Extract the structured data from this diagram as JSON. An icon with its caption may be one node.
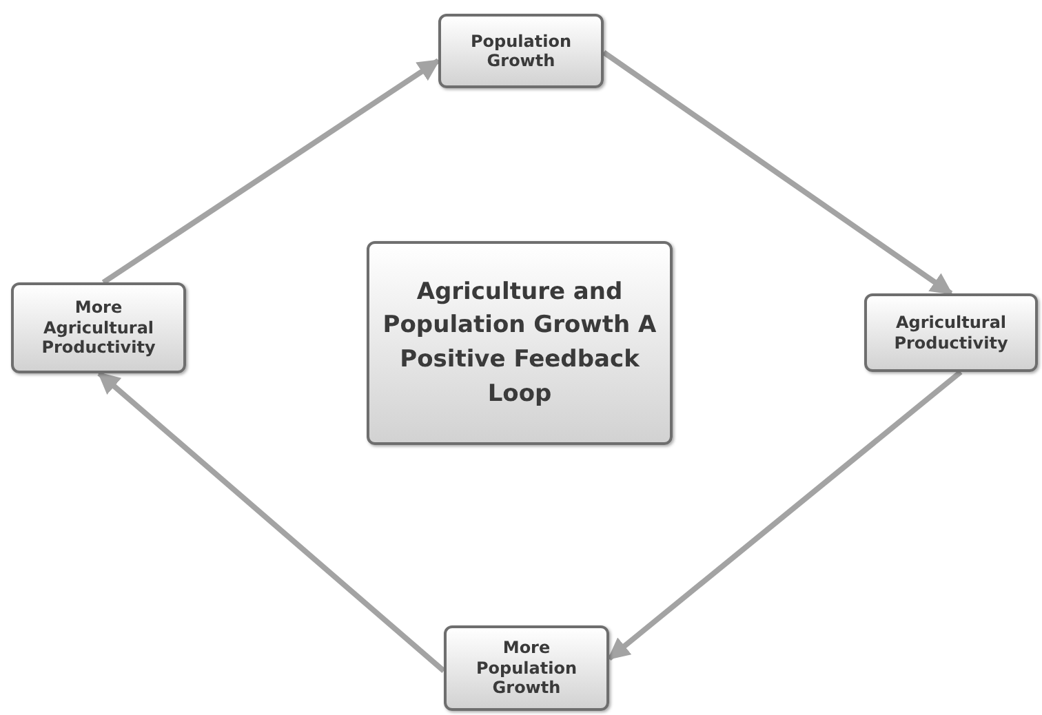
{
  "diagram": {
    "nodes": [
      {
        "text": [
          "Population Growth"
        ]
      },
      {
        "text": [
          "More Agricultural Productivity"
        ]
      },
      {
        "text": [
          "Agriculture and Population Growth A Positive Feedback Loop"
        ]
      },
      {
        "text": [
          "Agricultural Productivity"
        ]
      },
      {
        "text": [
          "More Population Growth"
        ]
      }
    ],
    "edges": [
      {
        "from": 1,
        "to": 0,
        "arrow": "to"
      },
      {
        "from": 0,
        "to": 3,
        "arrow": "to"
      },
      {
        "from": 3,
        "to": 4,
        "arrow": "to"
      },
      {
        "from": 4,
        "to": 1,
        "arrow": "to"
      }
    ]
  }
}
